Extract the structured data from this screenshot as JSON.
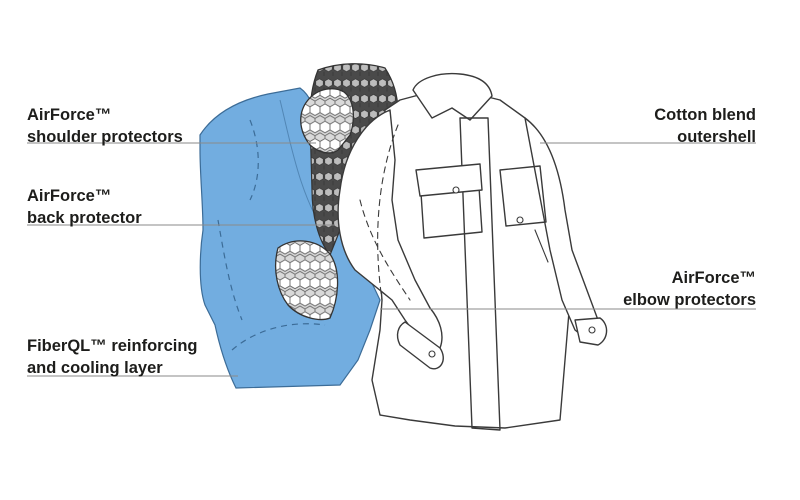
{
  "colors": {
    "layer_blue": "#72ade0",
    "layer_blue_stroke": "#3c6c97",
    "outline": "#3a3a3a",
    "leader": "#8a8a8a",
    "pad_gray": "#d6d6d6",
    "text": "#1d1d1b"
  },
  "callouts": {
    "shoulder": {
      "line1": "AirForce™",
      "line2": "shoulder protectors"
    },
    "back": {
      "line1": "AirForce™",
      "line2": "back protector"
    },
    "fiber": {
      "line1": "FiberQL™ reinforcing",
      "line2": "and cooling layer"
    },
    "cotton": {
      "line1": "Cotton blend",
      "line2": "outershell"
    },
    "elbow": {
      "line1": "AirForce™",
      "line2": "elbow protectors"
    }
  }
}
